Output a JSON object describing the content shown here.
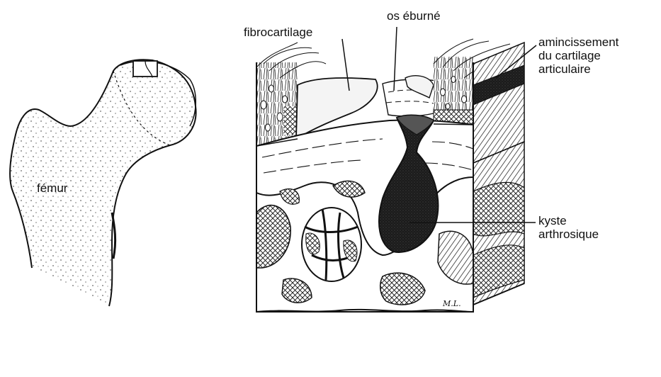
{
  "labels": {
    "femur": "fémur",
    "fibrocartilage": "fibrocartilage",
    "os_eburne": "os éburné",
    "amincissement": [
      "amincissement",
      "du cartilage",
      "articulaire"
    ],
    "kyste": [
      "kyste",
      "arthrosique"
    ]
  },
  "signature": "M.L.",
  "colors": {
    "ink": "#111111",
    "background": "#ffffff",
    "cartilage_fill": "#f4f4f4",
    "cyst_fill": "#1e1e1e"
  }
}
